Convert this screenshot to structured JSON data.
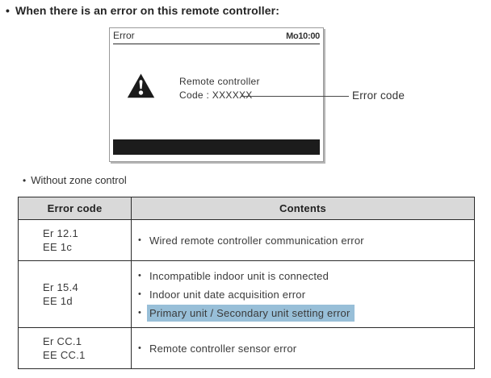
{
  "bullet_char": "•",
  "heading": "When there is an error on this remote controller:",
  "display": {
    "title": "Error",
    "clock": "Mo10:00",
    "message_line1": "Remote controller",
    "message_line2": "Code : XXXXXX"
  },
  "callout": {
    "label": "Error code"
  },
  "sub_bullet": "Without zone control",
  "table": {
    "headers": [
      "Error code",
      "Contents"
    ],
    "rows": [
      {
        "codes": [
          "Er 12.1",
          "EE 1c"
        ],
        "items": [
          {
            "text": "Wired remote controller communication error",
            "highlighted": false
          }
        ]
      },
      {
        "codes": [
          "Er 15.4",
          "EE 1d"
        ],
        "items": [
          {
            "text": "Incompatible indoor unit is connected",
            "highlighted": false
          },
          {
            "text": "Indoor unit date acquisition error",
            "highlighted": false
          },
          {
            "text": "Primary unit / Secondary unit setting error",
            "highlighted": true
          }
        ]
      },
      {
        "codes": [
          "Er CC.1",
          "EE CC.1"
        ],
        "items": [
          {
            "text": "Remote controller sensor error",
            "highlighted": false
          }
        ]
      }
    ]
  },
  "colors": {
    "highlight_blue": "#98bfd8",
    "table_header_bg": "#d9d9d9",
    "display_bar": "#1c1c1c"
  }
}
